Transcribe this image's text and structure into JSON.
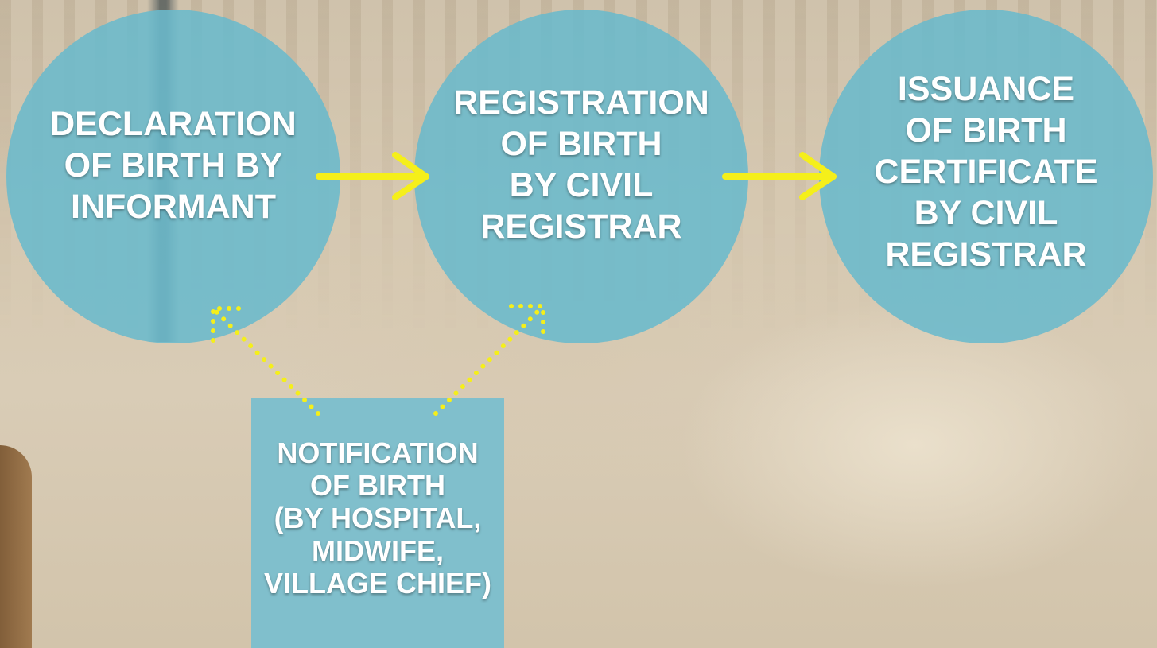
{
  "nodes": {
    "declaration": "DECLARATION\nOF BIRTH BY\nINFORMANT",
    "registration": "REGISTRATION\nOF BIRTH\nBY CIVIL\nREGISTRAR",
    "issuance": "ISSUANCE\nOF BIRTH\nCERTIFICATE\nBY CIVIL\nREGISTRAR"
  },
  "notification": "NOTIFICATION\nOF BIRTH\n(BY HOSPITAL,\nMIDWIFE,\nVILLAGE CHIEF)",
  "colors": {
    "circle": "#6ab9cc",
    "box": "#78bece",
    "arrow": "#f5ef1a",
    "text": "#ffffff"
  }
}
